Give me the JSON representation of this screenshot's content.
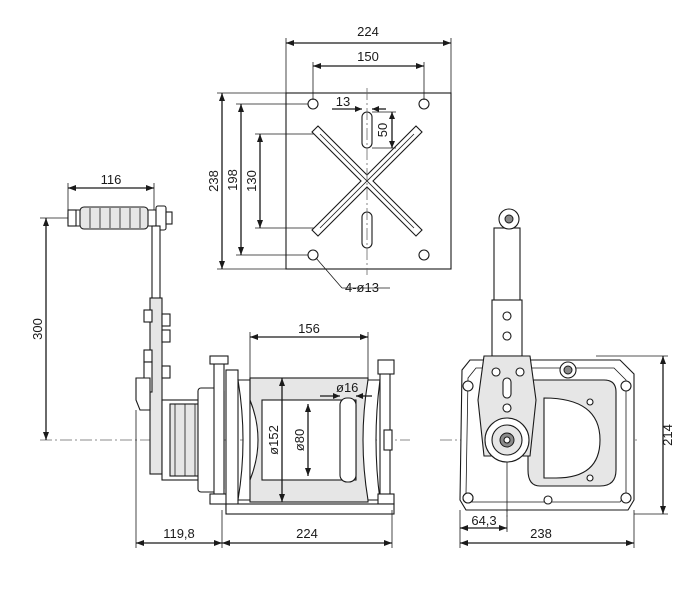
{
  "dimensions": {
    "top_width": "224",
    "top_bolt_spacing": "150",
    "top_slot_offset": "13",
    "top_slot_length": "50",
    "top_height": "238",
    "top_inner_height": "198",
    "top_slot_span": "130",
    "holes": "4-ø13",
    "handle_width": "116",
    "handle_height": "300",
    "drum_length": "156",
    "drum_diameter": "ø152",
    "core_diameter": "ø80",
    "bore_diameter": "ø16",
    "side_offset": "119,8",
    "base_width": "224",
    "end_offset": "64,3",
    "end_width": "238",
    "end_height": "214"
  }
}
